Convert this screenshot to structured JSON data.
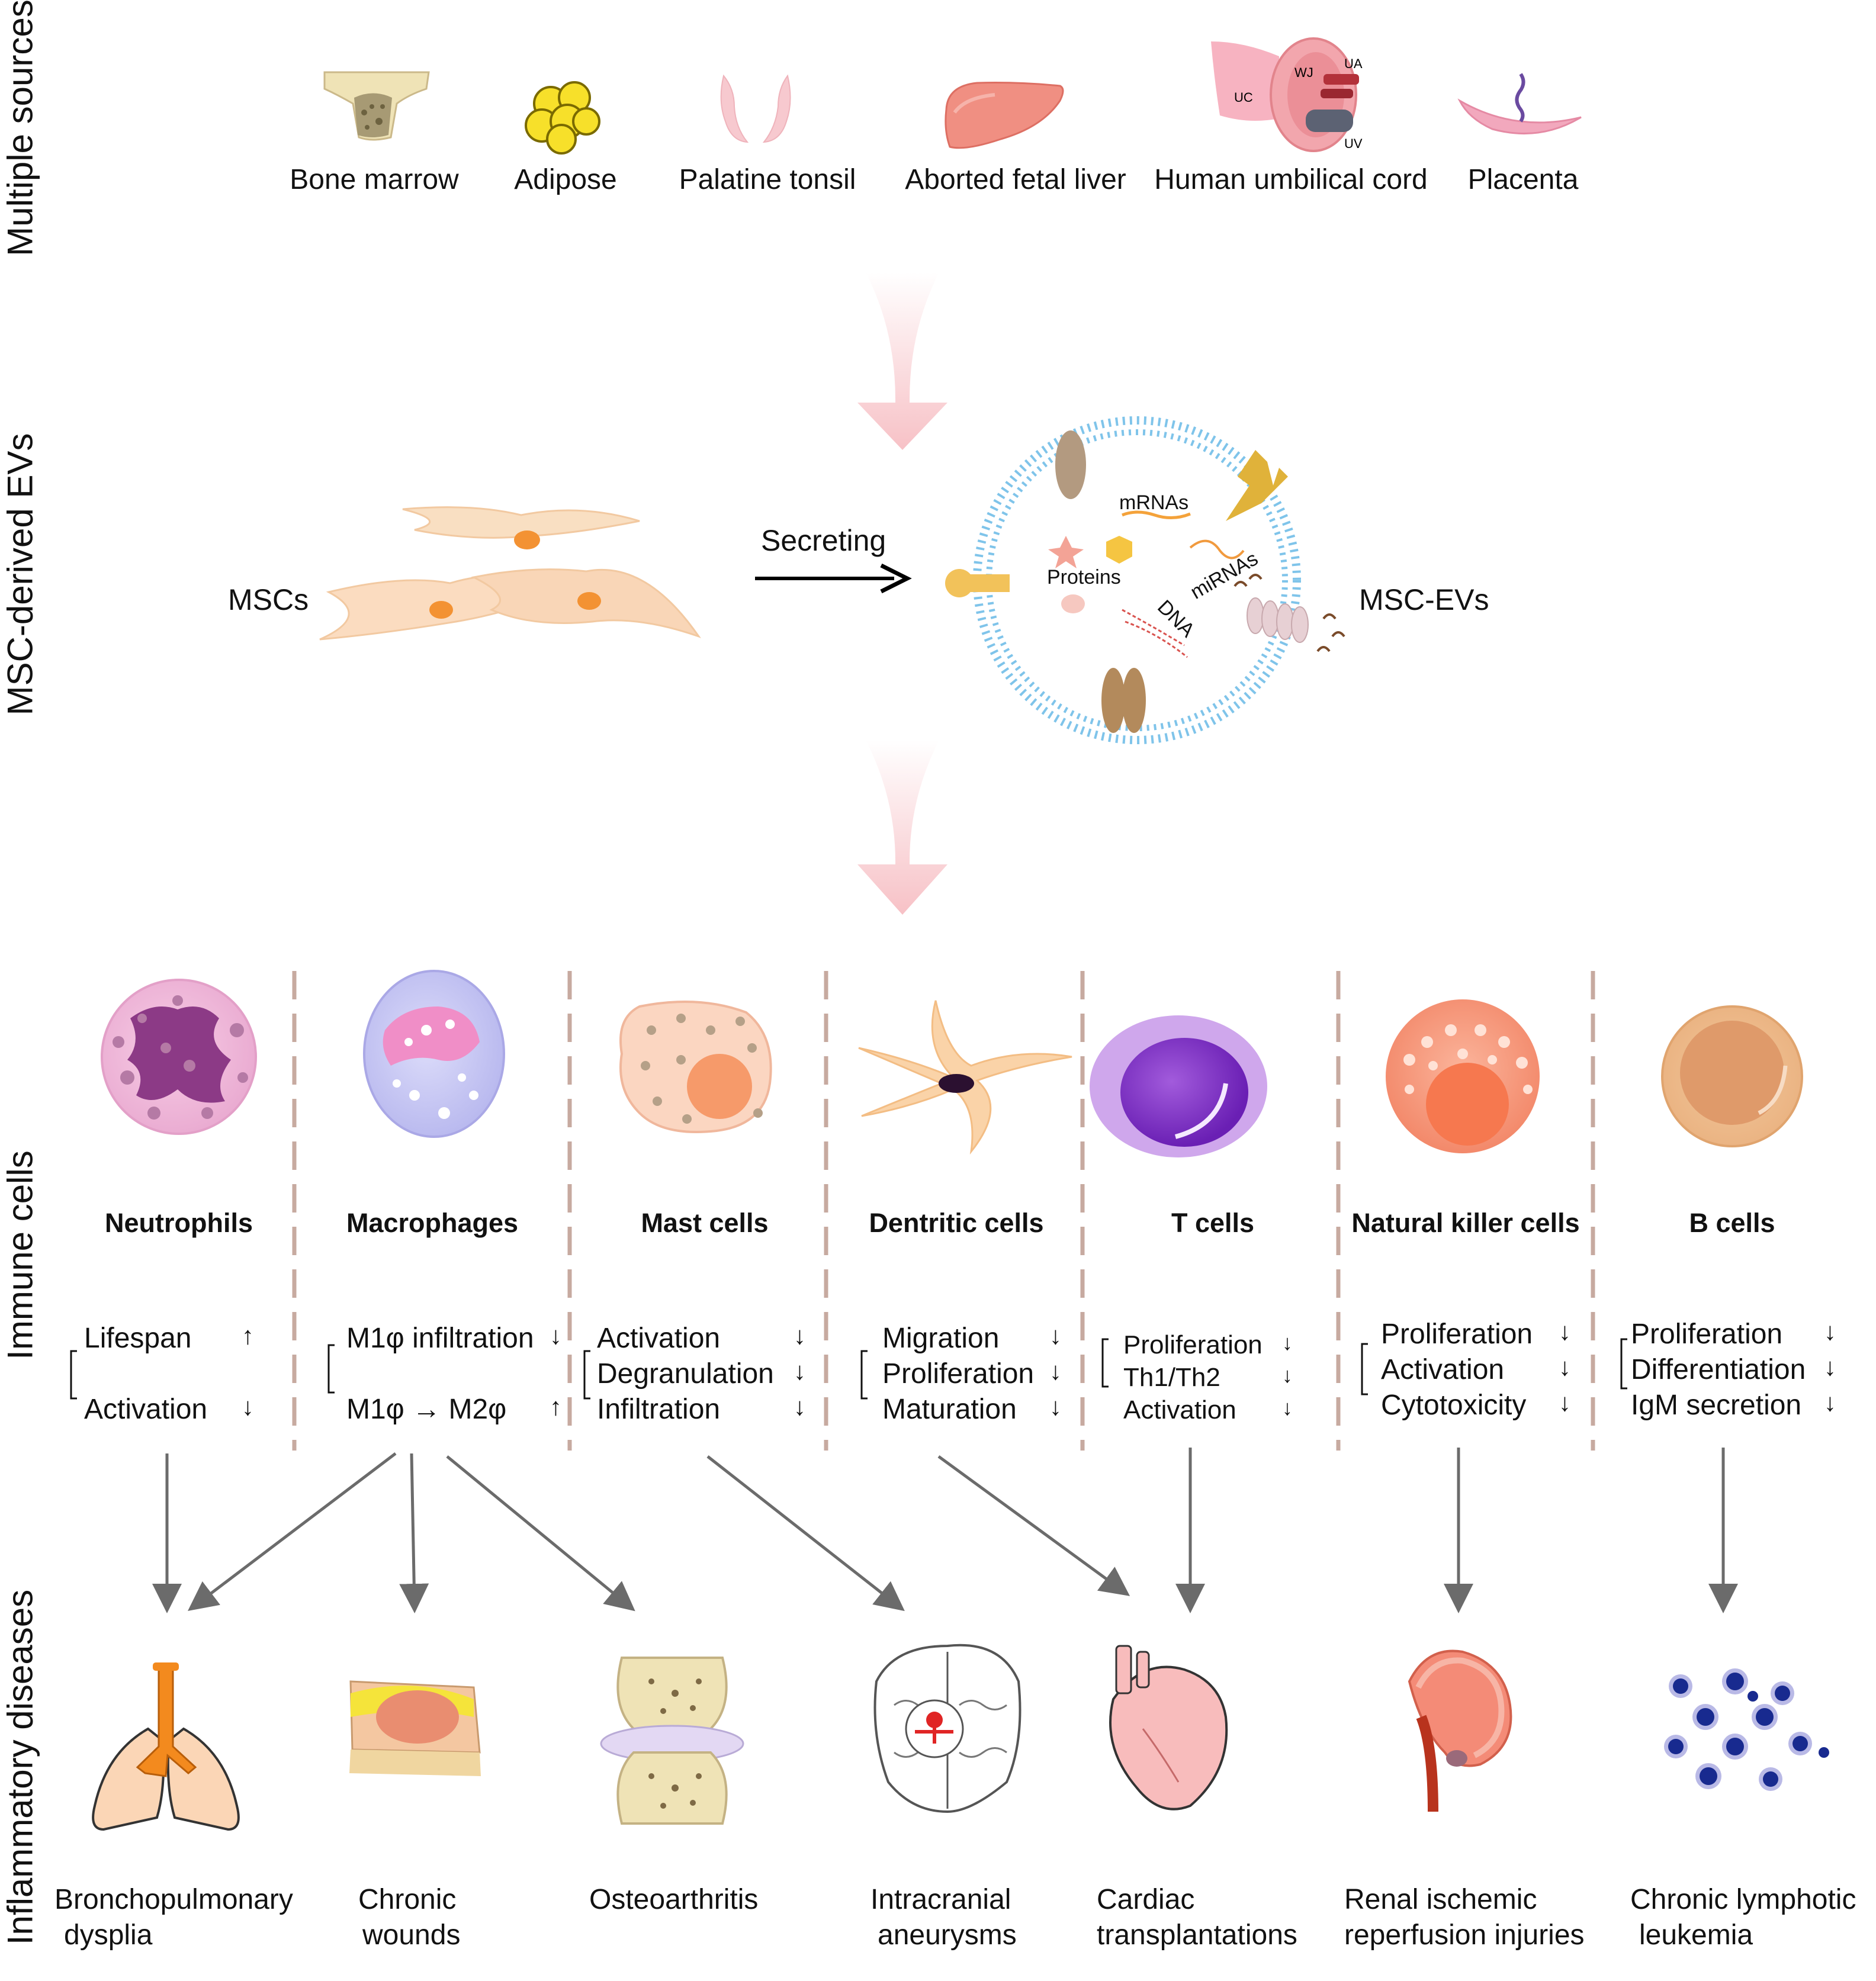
{
  "sections": {
    "sources": "Multiple sources",
    "evs": "MSC-derived EVs",
    "immune": "Immune cells",
    "diseases": "Inflammatory diseases"
  },
  "sources": [
    {
      "label": "Bone marrow",
      "icon": "bone-marrow-icon"
    },
    {
      "label": "Adipose",
      "icon": "adipose-icon"
    },
    {
      "label": "Palatine tonsil",
      "icon": "tonsil-icon"
    },
    {
      "label": "Aborted fetal liver",
      "icon": "liver-icon"
    },
    {
      "label": "Human umbilical cord",
      "icon": "umbilical-cord-icon"
    },
    {
      "label": "Placenta",
      "icon": "placenta-icon"
    }
  ],
  "cord_labels": {
    "uc": "UC",
    "wj": "WJ",
    "ua": "UA",
    "uv": "UV"
  },
  "evs": {
    "mscs": "MSCs",
    "secreting": "Secreting",
    "msc_evs": "MSC-EVs",
    "mrnas": "mRNAs",
    "proteins": "Proteins",
    "mirnas": "miRNAs",
    "dna": "DNA"
  },
  "cells": [
    {
      "name": "Neutrophils",
      "effects": [
        {
          "text": "Lifespan",
          "arrow": "↑"
        },
        {
          "text": "Activation",
          "arrow": "↓"
        }
      ]
    },
    {
      "name": "Macrophages",
      "effects": [
        {
          "text": "M1φ infiltration",
          "arrow": "↓"
        },
        {
          "text": "M1φ → M2φ",
          "arrow": "↑"
        }
      ]
    },
    {
      "name": "Mast cells",
      "effects": [
        {
          "text": "Activation",
          "arrow": "↓"
        },
        {
          "text": "Degranulation",
          "arrow": "↓"
        },
        {
          "text": "Infiltration",
          "arrow": "↓"
        }
      ]
    },
    {
      "name": "Dentritic cells",
      "effects": [
        {
          "text": "Migration",
          "arrow": "↓"
        },
        {
          "text": "Proliferation",
          "arrow": "↓"
        },
        {
          "text": "Maturation",
          "arrow": "↓"
        }
      ]
    },
    {
      "name": "T cells",
      "effects": [
        {
          "text": "Proliferation",
          "arrow": "↓"
        },
        {
          "text": "Th1/Th2",
          "arrow": "↓"
        },
        {
          "text": "Activation",
          "arrow": "↓"
        }
      ]
    },
    {
      "name": "Natural killer cells",
      "effects": [
        {
          "text": "Proliferation",
          "arrow": "↓"
        },
        {
          "text": "Activation",
          "arrow": "↓"
        },
        {
          "text": "Cytotoxicity",
          "arrow": "↓"
        }
      ]
    },
    {
      "name": "B cells",
      "effects": [
        {
          "text": "Proliferation",
          "arrow": "↓"
        },
        {
          "text": "Differentiation",
          "arrow": "↓"
        },
        {
          "text": "IgM secretion",
          "arrow": "↓"
        }
      ]
    }
  ],
  "diseases": [
    {
      "lines": [
        "Bronchopulmonary",
        "dysplia"
      ],
      "icon": "lungs-icon"
    },
    {
      "lines": [
        "Chronic",
        "wounds"
      ],
      "icon": "wound-icon"
    },
    {
      "lines": [
        "Osteoarthritis"
      ],
      "icon": "joint-icon"
    },
    {
      "lines": [
        "Intracranial",
        "aneurysms"
      ],
      "icon": "brain-icon"
    },
    {
      "lines": [
        "Cardiac",
        "transplantations"
      ],
      "icon": "heart-icon"
    },
    {
      "lines": [
        "Renal ischemic",
        "reperfusion injuries"
      ],
      "icon": "kidney-icon"
    },
    {
      "lines": [
        "Chronic lymphotic",
        "leukemia"
      ],
      "icon": "leukemia-cells-icon"
    }
  ],
  "links": [
    {
      "from": "Neutrophils",
      "to": "Bronchopulmonary dysplia"
    },
    {
      "from": "Macrophages",
      "to": "Bronchopulmonary dysplia"
    },
    {
      "from": "Macrophages",
      "to": "Chronic wounds"
    },
    {
      "from": "Macrophages",
      "to": "Osteoarthritis"
    },
    {
      "from": "Mast cells",
      "to": "Intracranial aneurysms"
    },
    {
      "from": "Dentritic cells",
      "to": "Cardiac transplantations"
    },
    {
      "from": "T cells",
      "to": "Cardiac transplantations"
    },
    {
      "from": "Natural killer cells",
      "to": "Renal ischemic reperfusion injuries"
    },
    {
      "from": "B cells",
      "to": "Chronic lymphotic leukemia"
    }
  ],
  "colors": {
    "flow_arrow": "#f8c8cc",
    "divider": "#c7aaa0",
    "link_arrow": "#6b6b6b"
  }
}
